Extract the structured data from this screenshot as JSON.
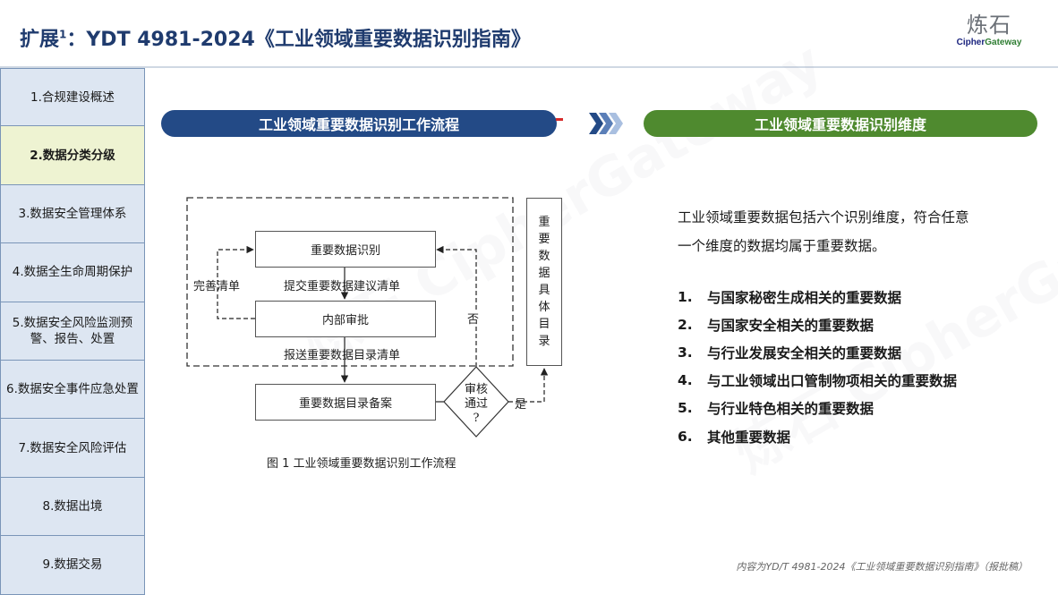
{
  "header": {
    "title_main": "扩展",
    "title_sup": "1",
    "title_rest": "：YDT 4981-2024《工业领域重要数据识别指南》"
  },
  "logo": {
    "chinese": "炼石",
    "english_part1": "Cipher",
    "english_part2": "Gateway"
  },
  "watermark": "炼石 CipherGateway",
  "sidebar": {
    "items": [
      {
        "label": "1.合规建设概述"
      },
      {
        "label": "2.数据分类分级"
      },
      {
        "label": "3.数据安全管理体系"
      },
      {
        "label": "4.数据全生命周期保护"
      },
      {
        "label": "5.数据安全风险监测预警、报告、处置"
      },
      {
        "label": "6.数据安全事件应急处置"
      },
      {
        "label": "7.数据安全风险评估"
      },
      {
        "label": "8.数据出境"
      },
      {
        "label": "9.数据交易"
      }
    ],
    "active_index": 1
  },
  "left_panel": {
    "heading": "工业领域重要数据识别工作流程",
    "flow": {
      "box_identify": "重要数据识别",
      "label_submit": "提交重要数据建议清单",
      "box_review": "内部审批",
      "label_report": "报送重要数据目录清单",
      "box_filing": "重要数据目录备案",
      "label_improve": "完善清单",
      "label_no": "否",
      "label_yes": "是",
      "diamond_line1": "审核",
      "diamond_line2": "通过",
      "diamond_line3": "?",
      "catalog_chars": [
        "重",
        "要",
        "数",
        "据",
        "具",
        "体",
        "目",
        "录"
      ],
      "caption": "图 1  工业领域重要数据识别工作流程"
    }
  },
  "right_panel": {
    "heading": "工业领域重要数据识别维度",
    "intro_line1": "工业领域重要数据包括六个识别维度，符合任意",
    "intro_line2": "一个维度的数据均属于重要数据。",
    "items": [
      {
        "num": "1.",
        "text": "与国家秘密生成相关的重要数据"
      },
      {
        "num": "2.",
        "text": "与国家安全相关的重要数据"
      },
      {
        "num": "3.",
        "text": "与行业发展安全相关的重要数据"
      },
      {
        "num": "4.",
        "text": "与工业领域出口管制物项相关的重要数据"
      },
      {
        "num": "5.",
        "text": "与行业特色相关的重要数据"
      },
      {
        "num": "6.",
        "text": "其他重要数据"
      }
    ]
  },
  "footnote": "内容为YD/T 4981-2024《工业领域重要数据识别指南》（报批稿）",
  "colors": {
    "title": "#1f3b6e",
    "left_pill": "#234a86",
    "right_pill": "#4f8a2f",
    "sidebar_bg": "#dde6f2",
    "sidebar_active_bg": "#eef3d2",
    "accent_red": "#d62b2b"
  }
}
